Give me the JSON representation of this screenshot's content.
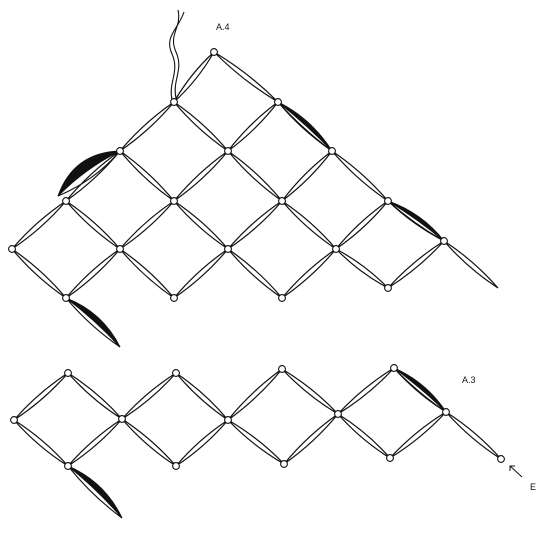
{
  "diagram": {
    "top_label": "A.4",
    "bottom_label": "A.3",
    "end_label": "E",
    "stroke_color": "#111111",
    "fill_dark": "#111111",
    "background": "#ffffff"
  }
}
